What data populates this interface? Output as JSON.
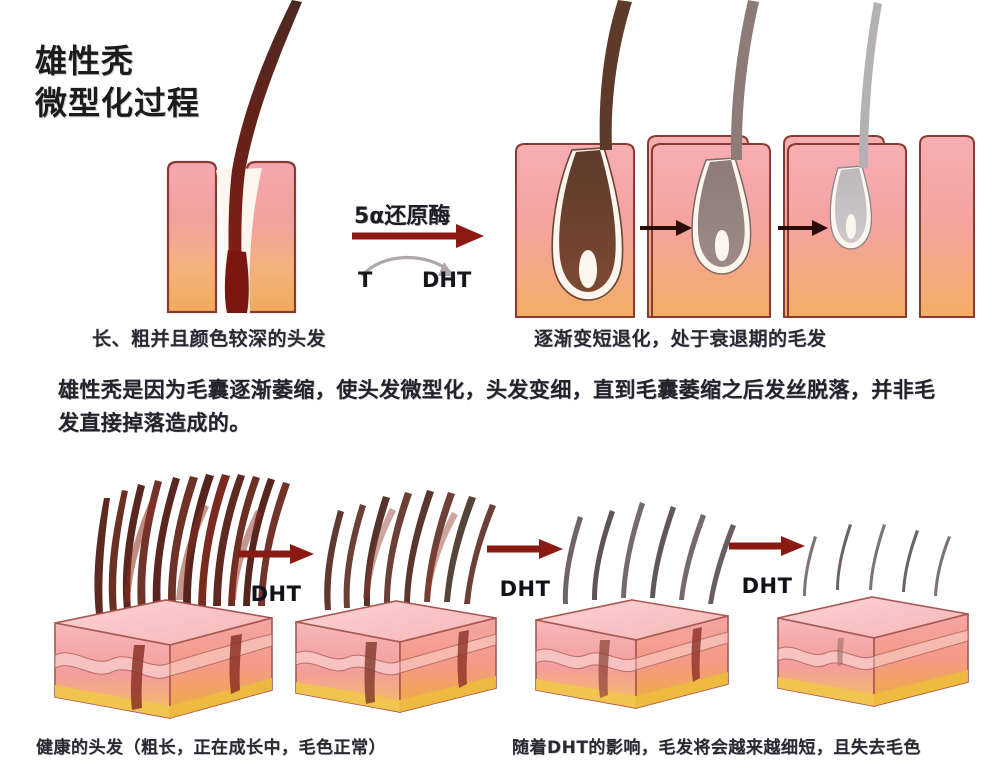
{
  "title": "雄性秃\n微型化过程",
  "reaction": {
    "enzyme_label": "5α还原酶",
    "substrate": "T",
    "product": "DHT"
  },
  "captions": {
    "top_left": "长、粗并且颜色较深的头发",
    "top_right": "逐渐变短退化，处于衰退期的毛发",
    "bottom_left": "健康的头发（粗长，正在成长中，毛色正常）",
    "bottom_right": "随着DHT的影响，毛发将会越来越细短，且失去毛色"
  },
  "body_text": "雄性秃是因为毛囊逐渐萎缩，使头发微型化，头发变细，直到毛囊萎缩之后发丝脱落，并非毛发直接掉落造成的。",
  "steps": {
    "dht_label": "DHT",
    "arrow_labels": [
      "DHT",
      "DHT",
      "DHT"
    ]
  },
  "colors": {
    "hair_dark": "#7a1410",
    "hair_brown": "#6b4434",
    "hair_gray_brown": "#8d7a76",
    "hair_light_gray": "#b9b4b6",
    "arrow_red": "#8b1a13",
    "arrow_black": "#2a0d0a",
    "skin_top": "#f3a3aa",
    "skin_bottom": "#f3ab5f",
    "skin_outline": "#8a3a33",
    "fat_yellow": "#f2c44a",
    "text_dark": "#23232b",
    "background": "#ffffff"
  },
  "diagram": {
    "top_row_panels": 4,
    "bottom_row_blocks": 4,
    "bottom_hair_counts": [
      17,
      12,
      7,
      5
    ],
    "follicle_stages": [
      "thick-dark",
      "medium-brown",
      "thin-gray",
      "vellus-pale"
    ]
  }
}
